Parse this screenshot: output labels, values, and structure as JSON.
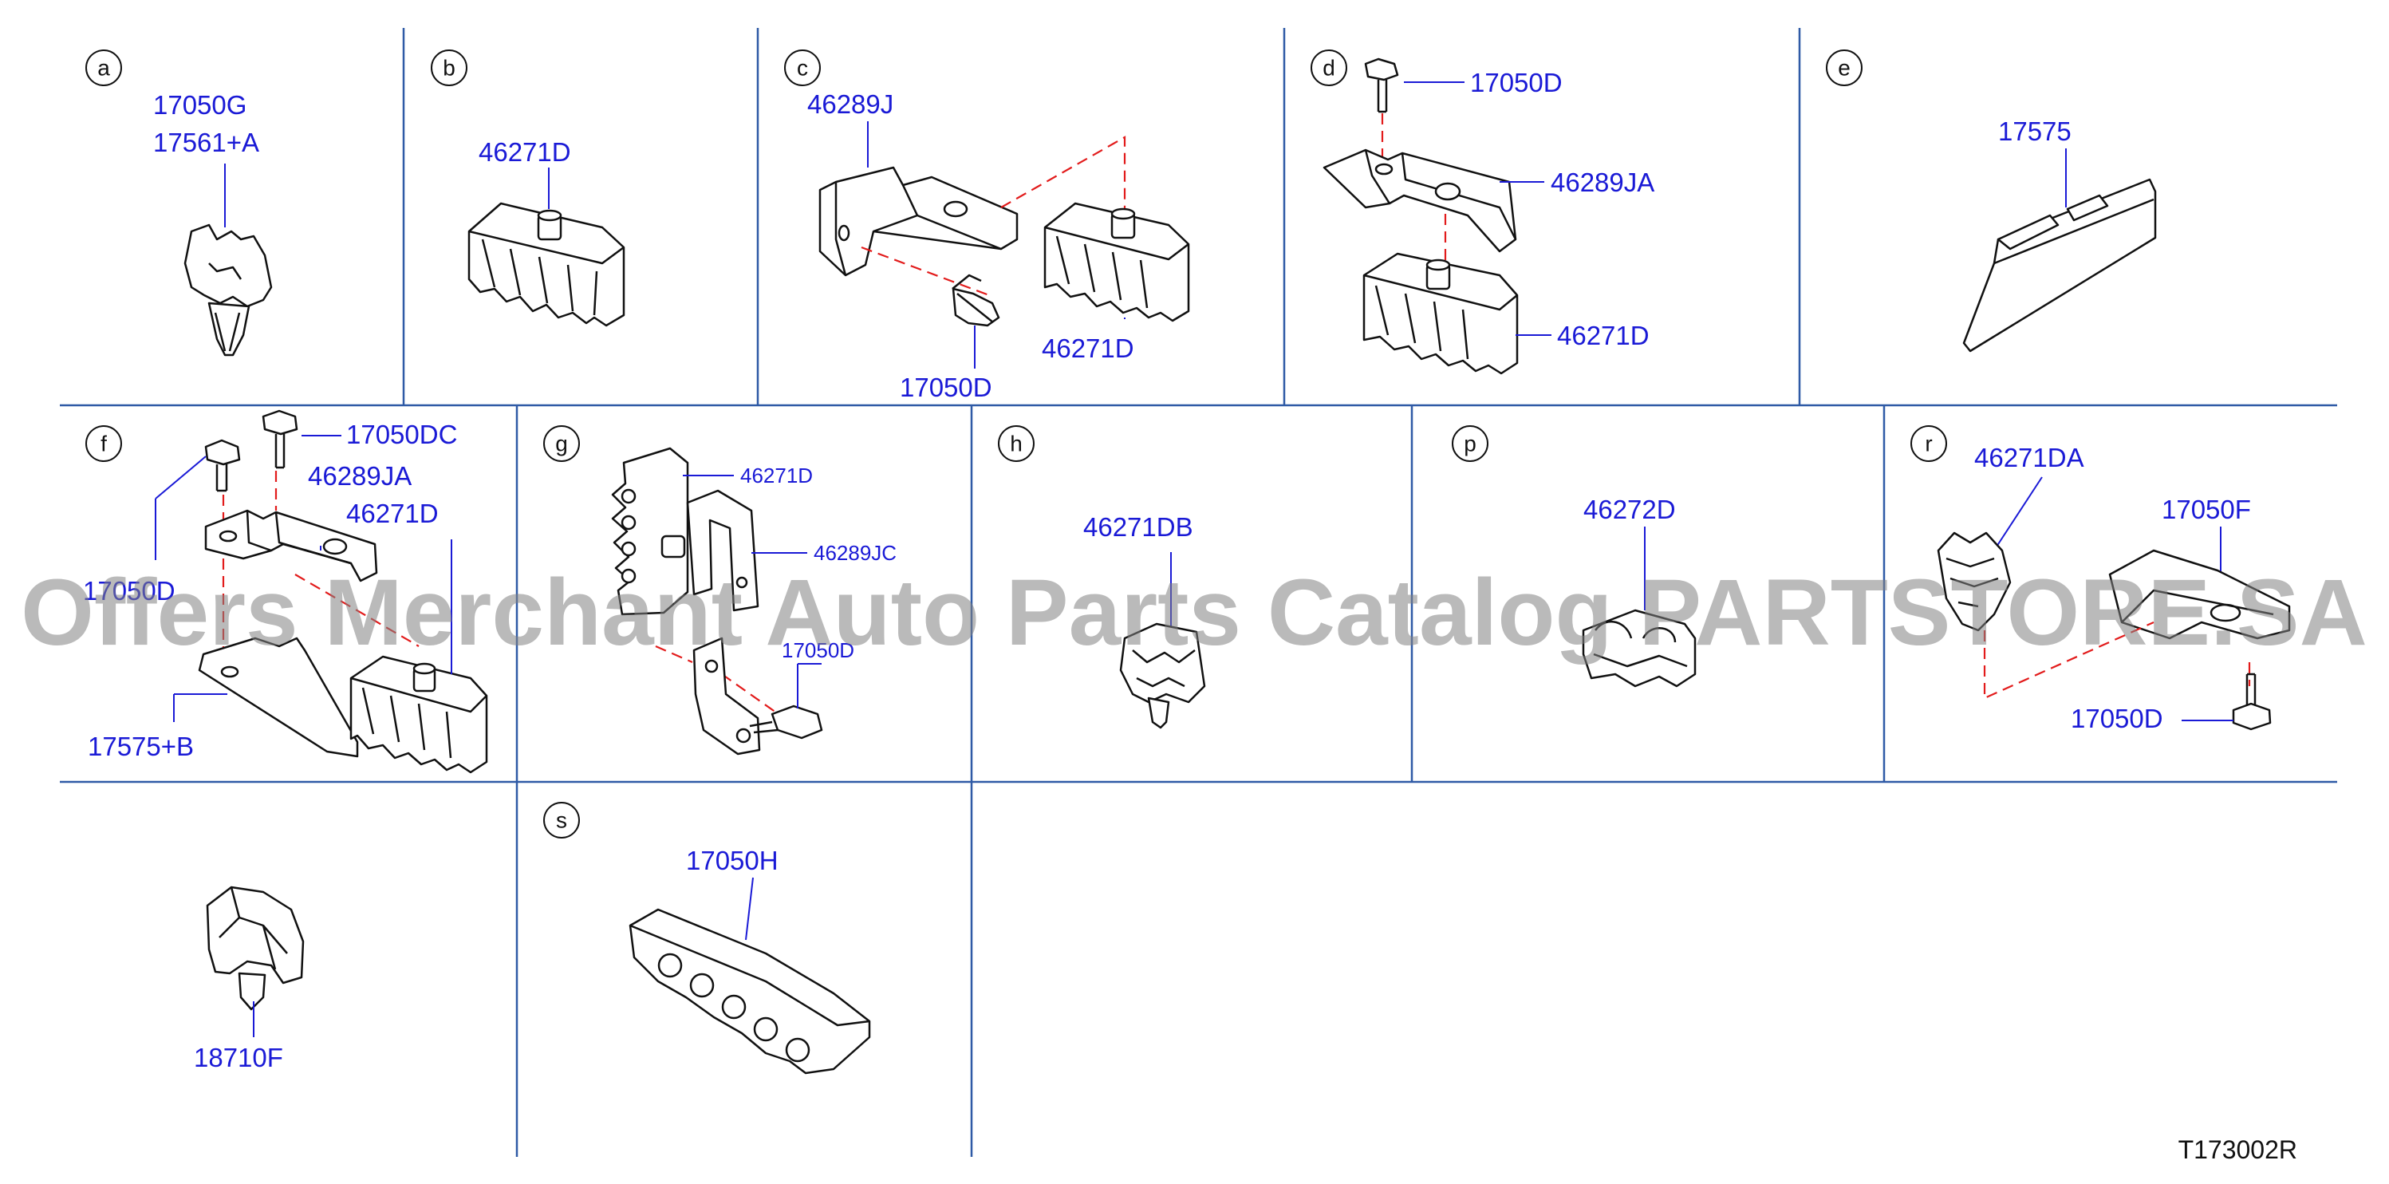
{
  "cells": [
    {
      "letter": "a",
      "parts": [
        "17050G",
        "17561+A"
      ]
    },
    {
      "letter": "b",
      "parts": [
        "46271D"
      ]
    },
    {
      "letter": "c",
      "parts": [
        "46289J",
        "17050D",
        "46271D"
      ]
    },
    {
      "letter": "d",
      "parts": [
        "17050D",
        "46289JA",
        "46271D"
      ]
    },
    {
      "letter": "e",
      "parts": [
        "17575"
      ]
    },
    {
      "letter": "f",
      "parts": [
        "17050DC",
        "46289JA",
        "46271D",
        "17050D",
        "17575+B"
      ]
    },
    {
      "letter": "g",
      "parts": [
        "46271D",
        "46289JC",
        "17050D"
      ]
    },
    {
      "letter": "h",
      "parts": [
        "46271DB"
      ]
    },
    {
      "letter": "p",
      "parts": [
        "46272D"
      ]
    },
    {
      "letter": "r",
      "parts": [
        "46271DA",
        "17050F",
        "17050D"
      ]
    },
    {
      "letter": "",
      "parts": [
        "18710F"
      ]
    },
    {
      "letter": "s",
      "parts": [
        "17050H"
      ]
    }
  ],
  "watermark": "Offers Merchant Auto Parts Catalog PARTSTORE.SA",
  "diagram_code": "T173002R",
  "colors": {
    "grid": "#2f5aa6",
    "label": "#1a1ad6",
    "dash": "#e21b1b",
    "watermark": "#828282"
  }
}
